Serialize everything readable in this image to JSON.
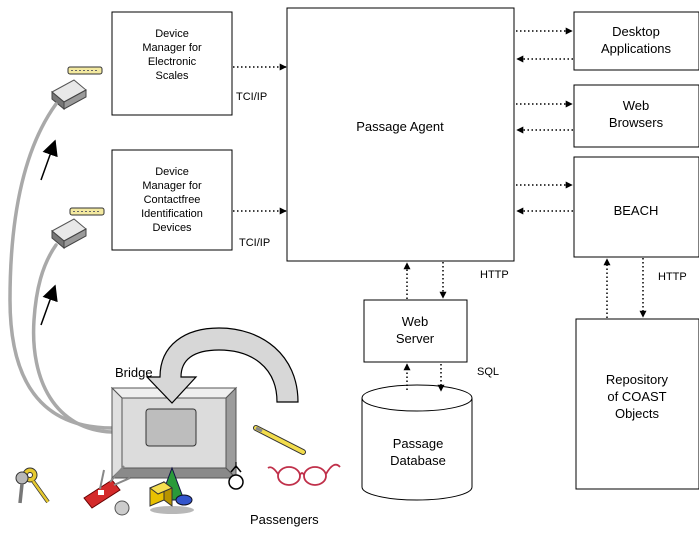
{
  "diagram": {
    "boxes": {
      "dm_scales": [
        "Device",
        "Manager for",
        "Electronic",
        "Scales"
      ],
      "dm_contactfree": [
        "Device",
        "Manager for",
        "Contactfree",
        "Identification",
        "Devices"
      ],
      "passage_agent": "Passage Agent",
      "desktop_apps": [
        "Desktop",
        "Applications"
      ],
      "web_browsers": [
        "Web",
        "Browsers"
      ],
      "beach": "BEACH",
      "web_server": [
        "Web",
        "Server"
      ],
      "passage_db": [
        "Passage",
        "Database"
      ],
      "repository": [
        "Repository",
        "of COAST",
        "Objects"
      ]
    },
    "protocols": {
      "tcp_scales": "TCI/IP",
      "tcp_contactfree": "TCI/IP",
      "http_agent": "HTTP",
      "http_beach": "HTTP",
      "sql": "SQL"
    },
    "bridge_label": "Bridge",
    "passengers_label": "Passengers",
    "icons": [
      "device-sensor-icon",
      "keys-icon",
      "swiss-knife-icon",
      "shapes-icon",
      "ring-icon",
      "pen-icon",
      "glasses-icon"
    ]
  }
}
